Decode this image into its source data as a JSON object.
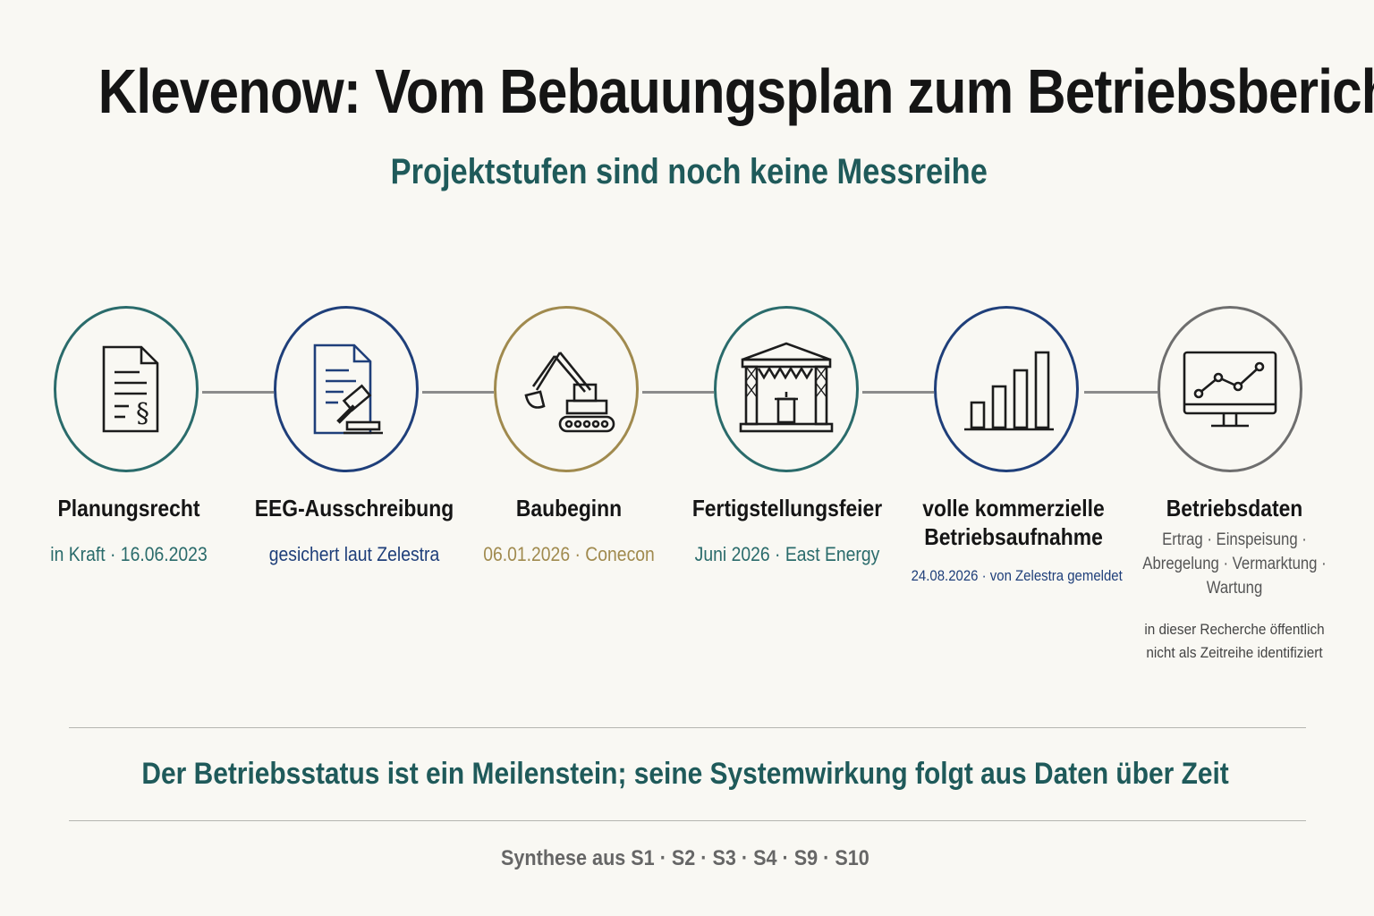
{
  "title": "Klevenow: Vom Bebauungsplan zum Betriebsbericht",
  "subtitle": "Projektstufen sind noch keine Messreihe",
  "colors": {
    "teal": "#1f5a5a",
    "navy": "#1f3f7a",
    "gold": "#a08a4e",
    "gray": "#6e6e6e",
    "connector": "#8c8c8c",
    "background": "#f9f8f3"
  },
  "stages": [
    {
      "label": "Planungsrecht",
      "sub": "in Kraft · 16.06.2023",
      "icon": "legal-document-icon",
      "color": "#2a6b6b"
    },
    {
      "label": "EEG-Ausschreibung",
      "sub": "gesichert laut Zelestra",
      "icon": "gavel-document-icon",
      "color": "#1f3f7a"
    },
    {
      "label": "Baubeginn",
      "sub": "06.01.2026 · Conecon",
      "icon": "excavator-icon",
      "color": "#a08a4e"
    },
    {
      "label": "Fertigstellungsfeier",
      "sub": "Juni 2026 · East Energy",
      "icon": "stage-podium-icon",
      "color": "#2a6b6b"
    },
    {
      "label": "volle kommerzielle",
      "label2": "Betriebsaufnahme",
      "sub": "24.08.2026 · von Zelestra gemeldet",
      "icon": "bar-chart-icon",
      "color": "#1f3f7a"
    },
    {
      "label": "Betriebsdaten",
      "details": [
        "Ertrag · Einspeisung ·",
        "Abregelung · Vermarktung ·",
        "Wartung"
      ],
      "note": [
        "in dieser Recherche öffentlich",
        "nicht als Zeitreihe identifiziert"
      ],
      "icon": "monitor-line-chart-icon",
      "color": "#6e6e6e"
    }
  ],
  "conclusion": "Der Betriebsstatus ist ein Meilenstein; seine Systemwirkung folgt aus Daten über Zeit",
  "sources": "Synthese aus S1 · S2 · S3 · S4 · S9 · S10"
}
